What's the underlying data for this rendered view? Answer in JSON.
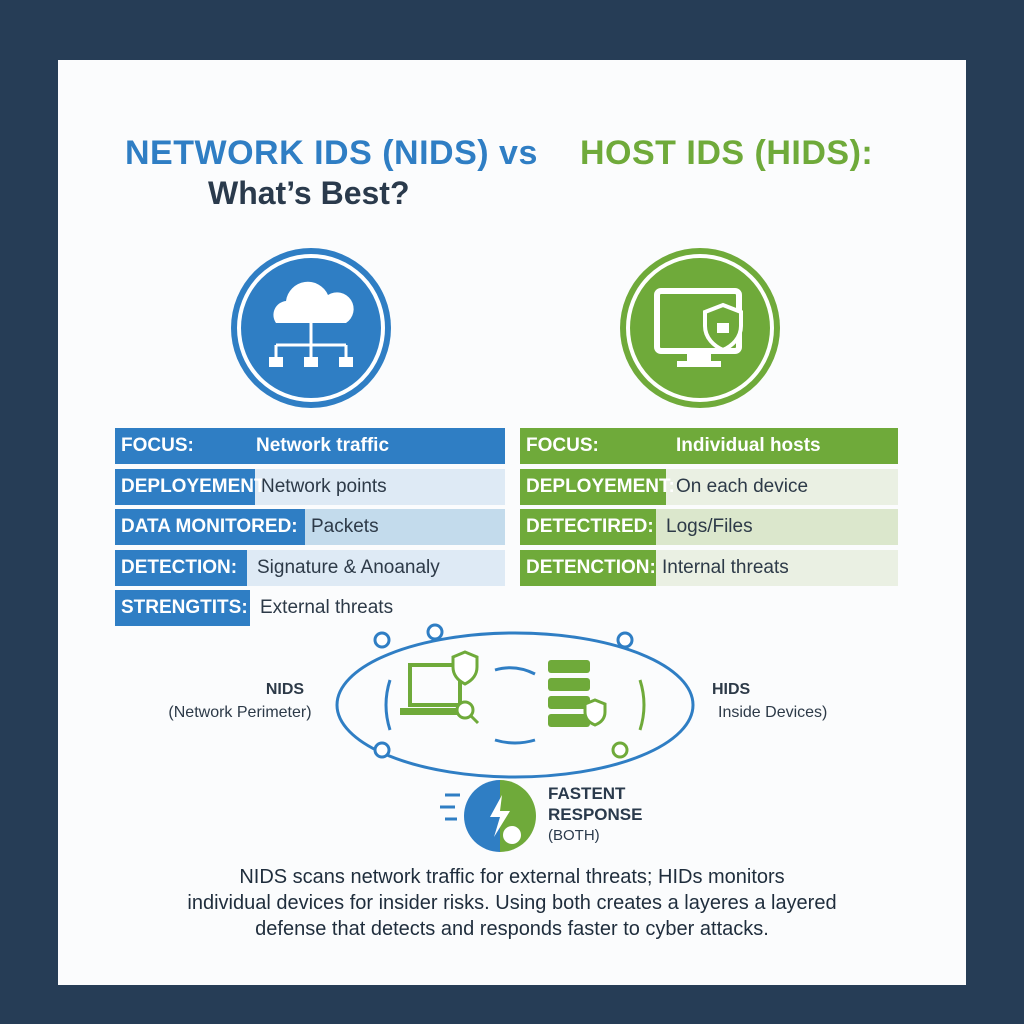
{
  "title": {
    "nids": "NETWORK IDS (NIDS) vs",
    "hids": "HOST IDS (HIDS):",
    "subtitle": "What’s Best?"
  },
  "colors": {
    "blue": "#2f7ec4",
    "green": "#6faa3a",
    "background": "#263d56"
  },
  "icons": {
    "nids": "cloud-network-icon",
    "hids": "monitor-shield-icon"
  },
  "nids_rows": [
    {
      "label": "FOCUS:",
      "value": "Network traffic"
    },
    {
      "label": "DEPLOYEMENT",
      "value": "Network points"
    },
    {
      "label": "DATA MONITORED:",
      "value": "Packets"
    },
    {
      "label": "DETECTION:",
      "value": "Signature & Anoanaly"
    },
    {
      "label": "STRENGTITS:",
      "value": "External threats"
    }
  ],
  "hids_rows": [
    {
      "label": "FOCUS:",
      "value": "Individual hosts"
    },
    {
      "label": "DEPLOYEMENT:",
      "value": "On each device"
    },
    {
      "label": "DETECTIRED:",
      "value": "Logs/Files"
    },
    {
      "label": "DETENCTION:",
      "value": "Internal threats"
    }
  ],
  "diagram": {
    "nids_label": "NIDS",
    "nids_sub": "(Network Perimeter)",
    "hids_label": "HIDS",
    "hids_sub": "Inside Devices)",
    "response_line1": "FASTENT",
    "response_line2": "RESPONSE",
    "response_line3": "(BOTH)"
  },
  "footer": [
    "NIDS scans network traffic for external threats; HIDs monitors",
    "individual devices for insider risks. Using both creates a layeres a layered",
    "defense that detects and responds faster to cyber attacks."
  ]
}
